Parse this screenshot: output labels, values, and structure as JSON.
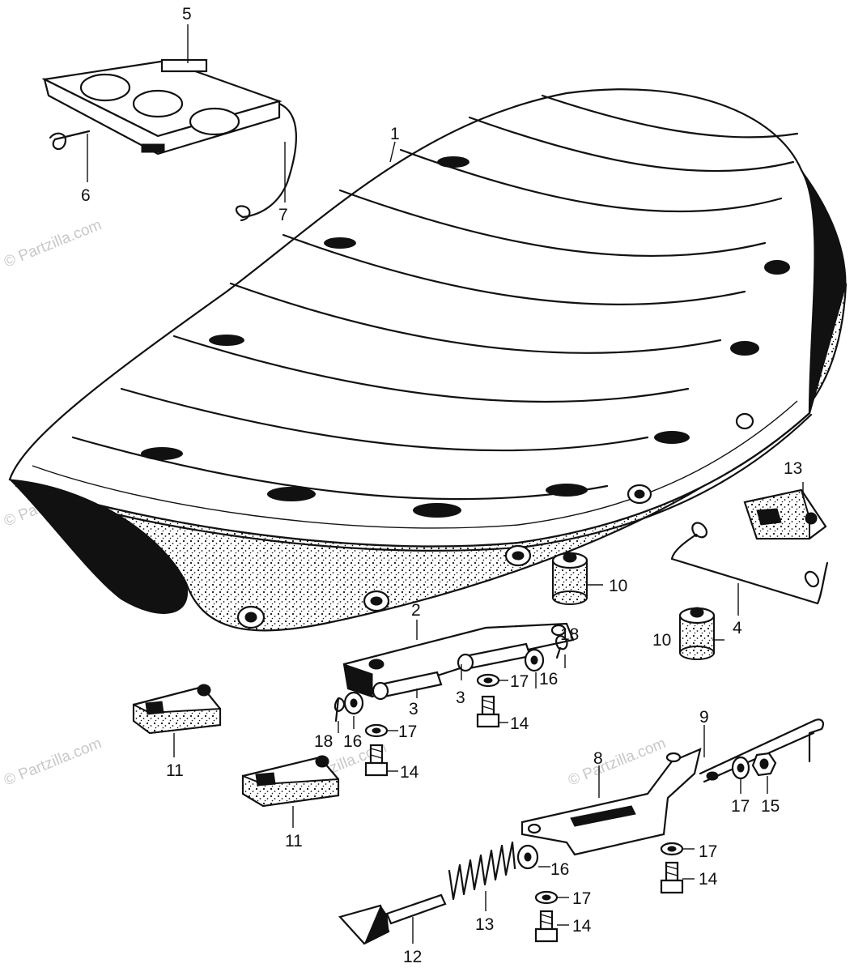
{
  "watermarks": {
    "light": "© Partzilla.com",
    "dark": "© Partzilla.com"
  },
  "callouts": {
    "c1": "1",
    "c2": "2",
    "c3a": "3",
    "c3b": "3",
    "c4": "4",
    "c5": "5",
    "c6": "6",
    "c7": "7",
    "c8": "8",
    "c9": "9",
    "c10a": "10",
    "c10b": "10",
    "c11a": "11",
    "c11b": "11",
    "c12": "12",
    "c13a": "13",
    "c13b": "13",
    "c14a": "14",
    "c14b": "14",
    "c14c": "14",
    "c14d": "14",
    "c15": "15",
    "c16a": "16",
    "c16b": "16",
    "c16c": "16",
    "c17a": "17",
    "c17b": "17",
    "c17c": "17",
    "c17d": "17",
    "c17e": "17",
    "c18a": "18",
    "c18b": "18"
  }
}
